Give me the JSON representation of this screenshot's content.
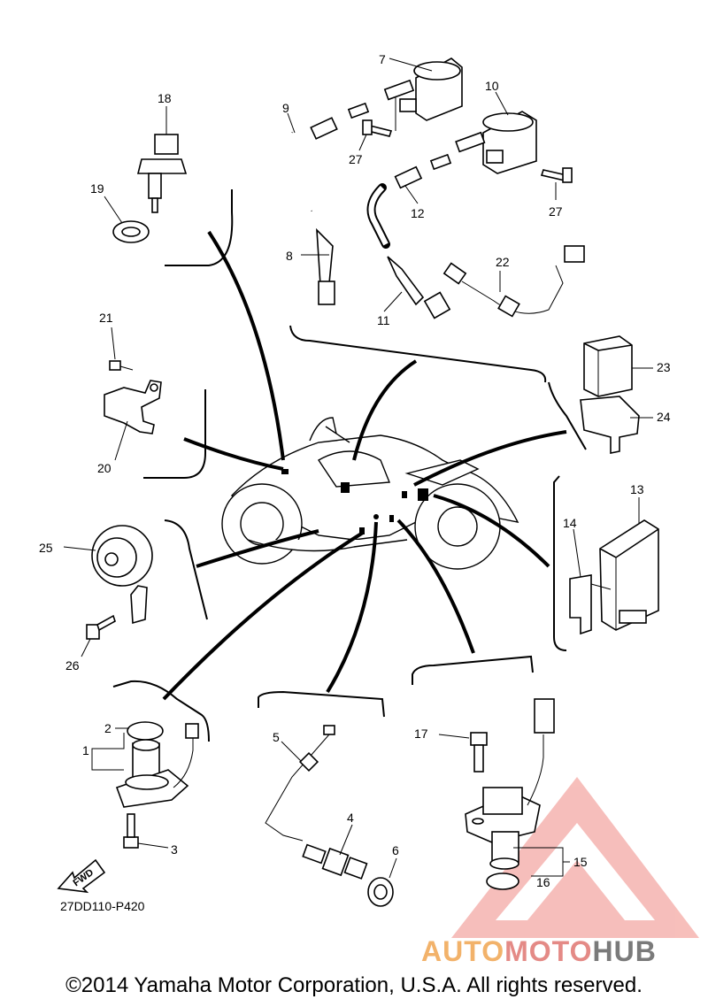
{
  "callouts": {
    "n1": "1",
    "n2": "2",
    "n3": "3",
    "n4": "4",
    "n5": "5",
    "n6": "6",
    "n7": "7",
    "n8": "8",
    "n9": "9",
    "n10": "10",
    "n11": "11",
    "n12": "12",
    "n13": "13",
    "n14": "14",
    "n15": "15",
    "n16": "16",
    "n17": "17",
    "n18": "18",
    "n19": "19",
    "n20": "20",
    "n21": "21",
    "n22": "22",
    "n23": "23",
    "n24": "24",
    "n25": "25",
    "n26": "26",
    "n27a": "27",
    "n27b": "27"
  },
  "fwd_label": "FWD",
  "diagram_code": "27DD110-P420",
  "watermark": {
    "part1": "AUTO",
    "part2": "MOTO",
    "part3": "HUB"
  },
  "copyright": "©2014 Yamaha Motor Corporation, U.S.A. All rights reserved.",
  "colors": {
    "watermark_red": "#e8463c",
    "watermark_orange": "#f2b26a",
    "watermark_gray": "#7a7a7a"
  }
}
